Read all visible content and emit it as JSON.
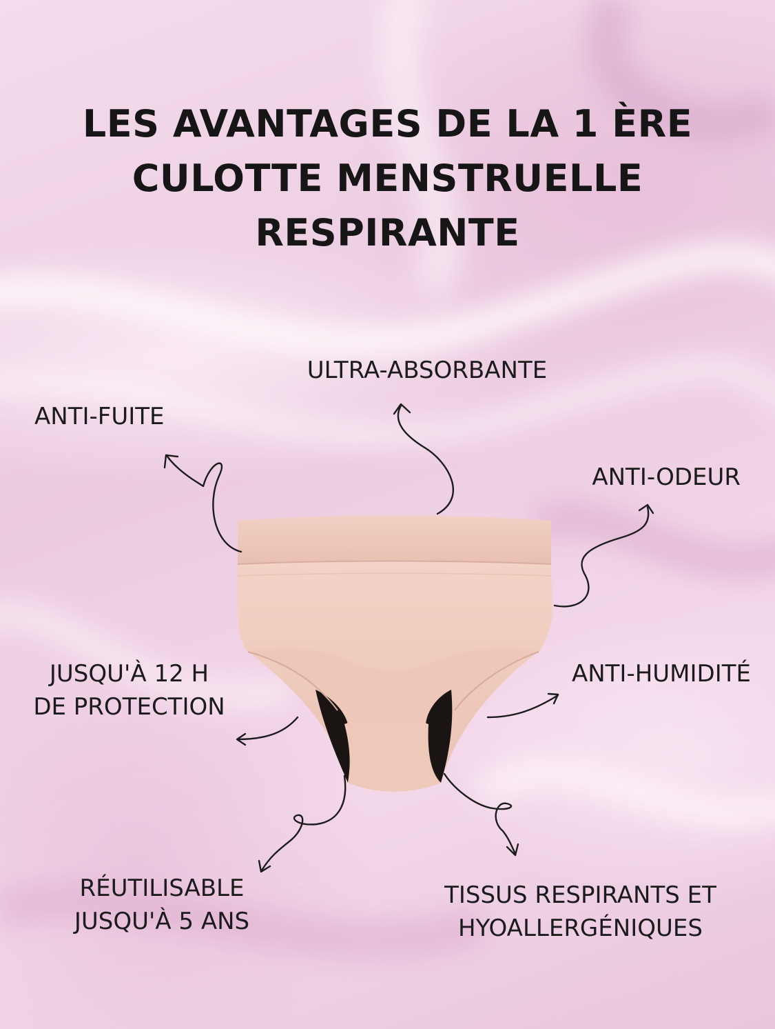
{
  "title": {
    "line1": "LES AVANTAGES DE LA 1 ÈRE",
    "line2": "CULOTTE MENSTRUELLE",
    "line3": "RESPIRANTE"
  },
  "features": {
    "ultra_absorbante": "ULTRA-ABSORBANTE",
    "anti_fuite": "ANTI-FUITE",
    "anti_odeur": "ANTI-ODEUR",
    "protection_line1": "JUSQU'À 12 H",
    "protection_line2": "DE PROTECTION",
    "anti_humidite": "ANTI-HUMIDITÉ",
    "reutilisable_line1": "RÉUTILISABLE",
    "reutilisable_line2": "JUSQU'À 5 ANS",
    "tissus_line1": "TISSUS RESPIRANTS ET",
    "tissus_line2": "HYOALLERGÉNIQUES"
  },
  "colors": {
    "background": "#f1d3e6",
    "text": "#161616",
    "product": "#f0cdbf",
    "gusset": "#1a1412"
  },
  "icons": [
    "curly-arrow-icon"
  ]
}
